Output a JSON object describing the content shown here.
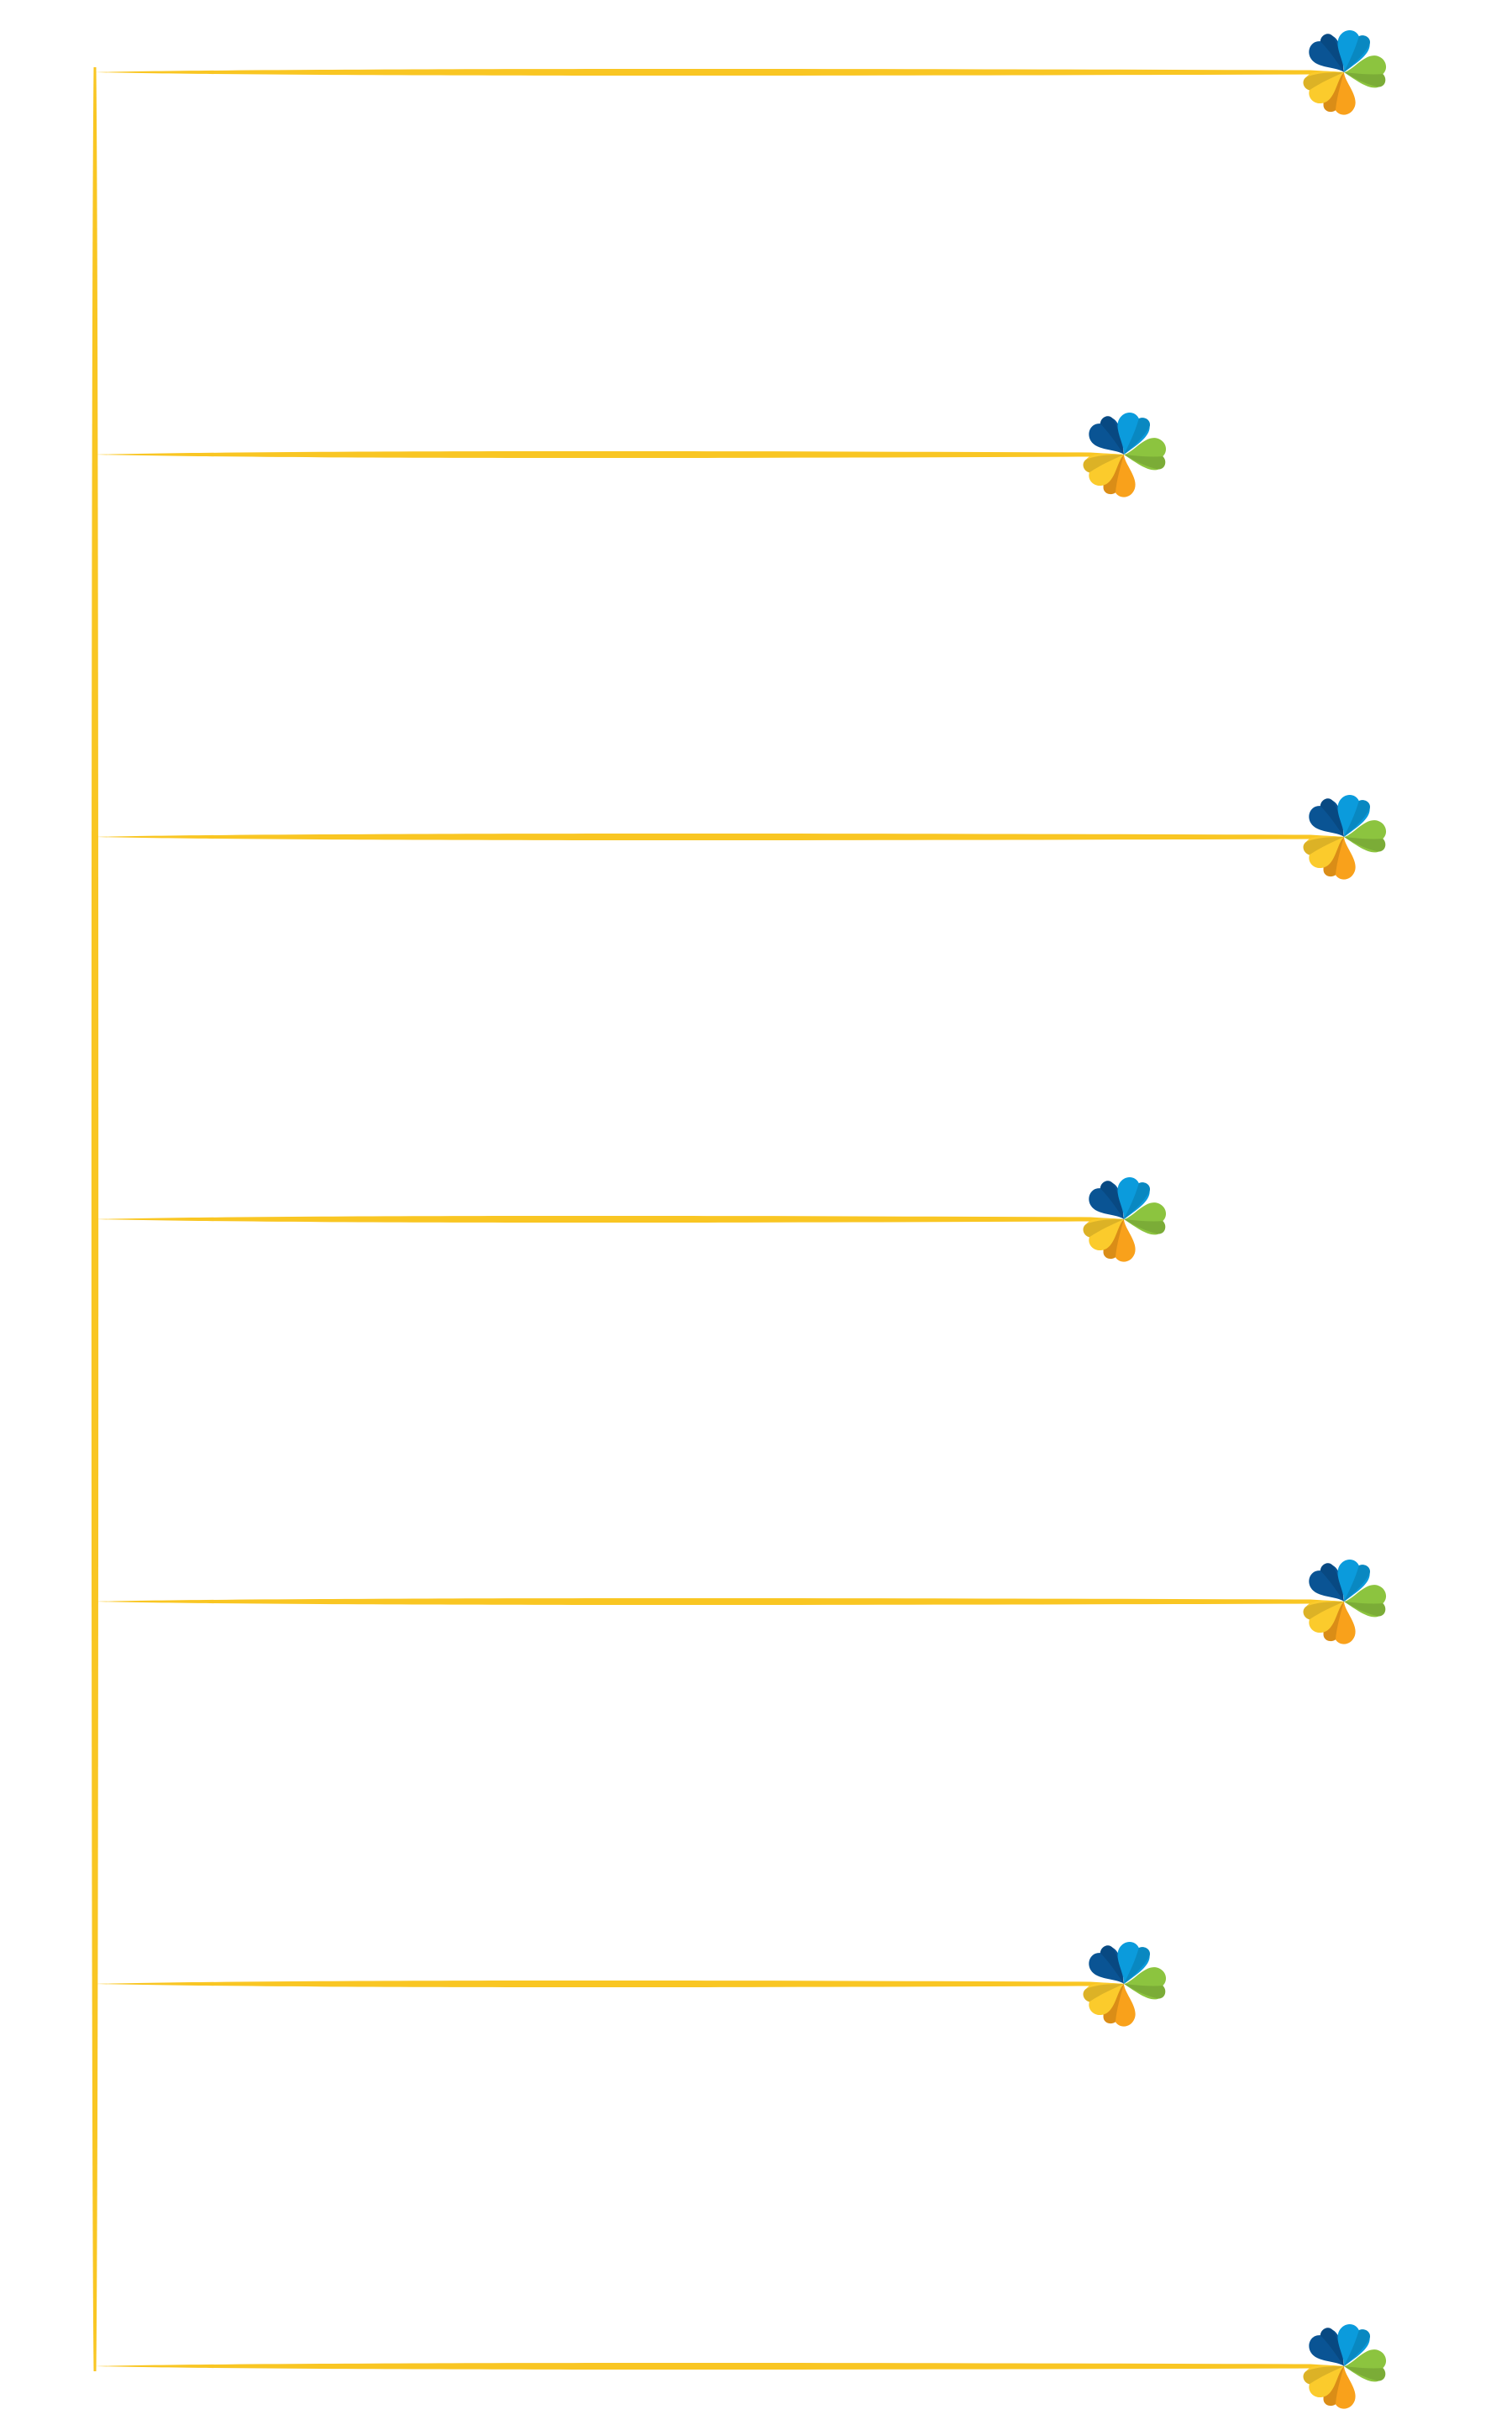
{
  "diagram": {
    "type": "branch-timeline",
    "branch_count": 7,
    "branches": [
      {
        "id": 1,
        "length": "long"
      },
      {
        "id": 2,
        "length": "short"
      },
      {
        "id": 3,
        "length": "long"
      },
      {
        "id": 4,
        "length": "short"
      },
      {
        "id": 5,
        "length": "long"
      },
      {
        "id": 6,
        "length": "short"
      },
      {
        "id": 7,
        "length": "long"
      }
    ],
    "node_icon": "pinwheel-flower-icon",
    "colors": {
      "line": "#F9C623",
      "petal_dark_blue": "#0A5494",
      "petal_blue": "#0B9BDC",
      "petal_green": "#8CC43F",
      "petal_orange": "#F9A11B",
      "petal_yellow": "#FBCB2C"
    }
  }
}
